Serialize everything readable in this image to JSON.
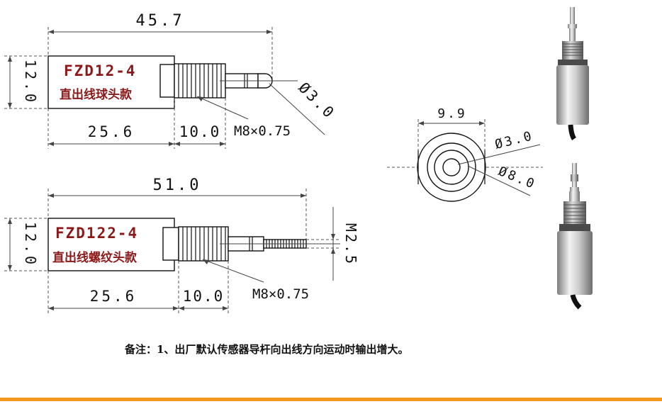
{
  "sensor1": {
    "model": "FZD12-4",
    "desc": "直出线球头款",
    "total": "45.7",
    "height": "12.0",
    "body_len": "25.6",
    "thread_len": "10.0",
    "thread": "M8×0.75",
    "tip_dia": "Ø3.0"
  },
  "sensor2": {
    "model": "FZD122-4",
    "desc": "直出线螺纹头款",
    "total": "51.0",
    "height": "12.0",
    "body_len": "25.6",
    "thread_len": "10.0",
    "thread": "M8×0.75",
    "tip_thread": "M2.5"
  },
  "end_view": {
    "width": "9.9",
    "inner_dia": "Ø3.0",
    "outer_dia": "Ø8.0"
  },
  "note": "备注：1、出厂默认传感器导杆向出线方向运动时输出增大。",
  "colors": {
    "accent": "#f39a1e",
    "label_red": "#8a1a1a"
  }
}
